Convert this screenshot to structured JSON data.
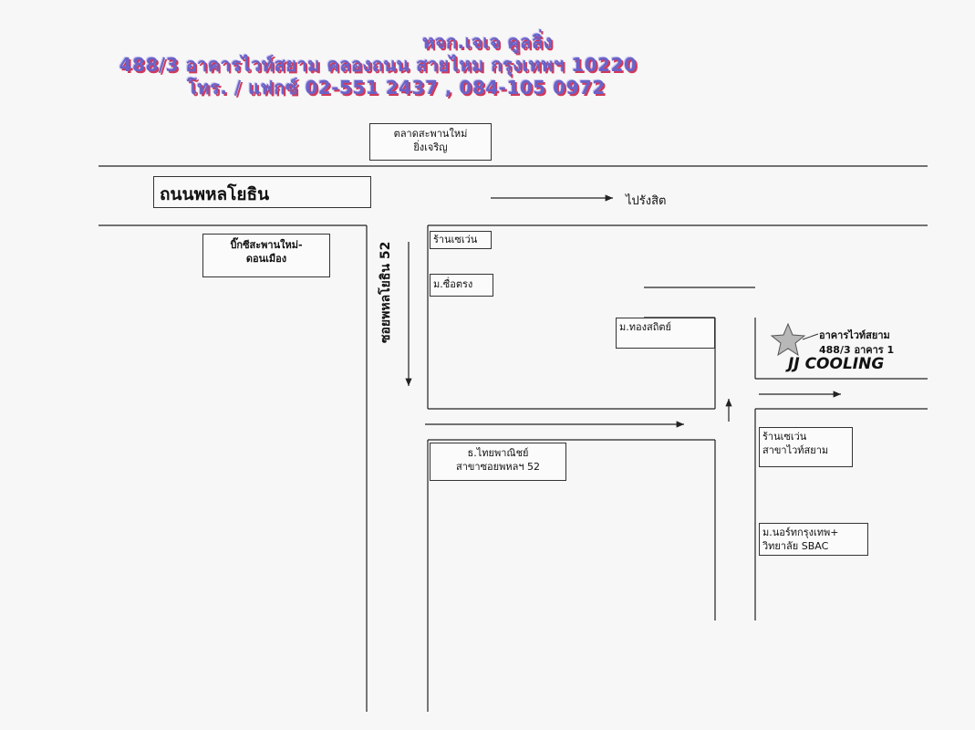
{
  "header": {
    "line1": "หจก.เจเจ คูลลิ่ง",
    "line2": "488/3 อาคารไวท์สยาม คลองถนน สายไหม กรุงเทพฯ 10220",
    "line3": "โทร. / แฟกซ์ 02-551 2437 , 084-105 0972"
  },
  "map": {
    "market_label": "ตลาดสะพานใหม่\nยิ่งเจริญ",
    "main_road": "ถนนพหลโยธิน",
    "direction_label": "ไปรังสิต",
    "bigc_label": "บิ๊กซีสะพานใหม่-\nดอนเมือง",
    "soi_label": "ซอยพหลโยธิน 52",
    "seven_eleven": "ร้านเซเว่น",
    "village_suetrong": "ม.ซื่อตรง",
    "village_thongsathit": "ม.ทองสถิตย์",
    "building_name": "อาคารไวท์สยาม",
    "building_address": "488/3 อาคาร 1",
    "company": "JJ COOLING",
    "bank_label": "ธ.ไทยพาณิชย์\nสาขาซอยพหลฯ 52",
    "seven_eleven_branch": "ร้านเซเว่น\nสาขาไวท์สยาม",
    "north_bkk": "ม.นอร์ทกรุงเทพ+\nวิทยาลัย SBAC",
    "star_color": "#9a9a9a",
    "line_color": "#222222"
  }
}
